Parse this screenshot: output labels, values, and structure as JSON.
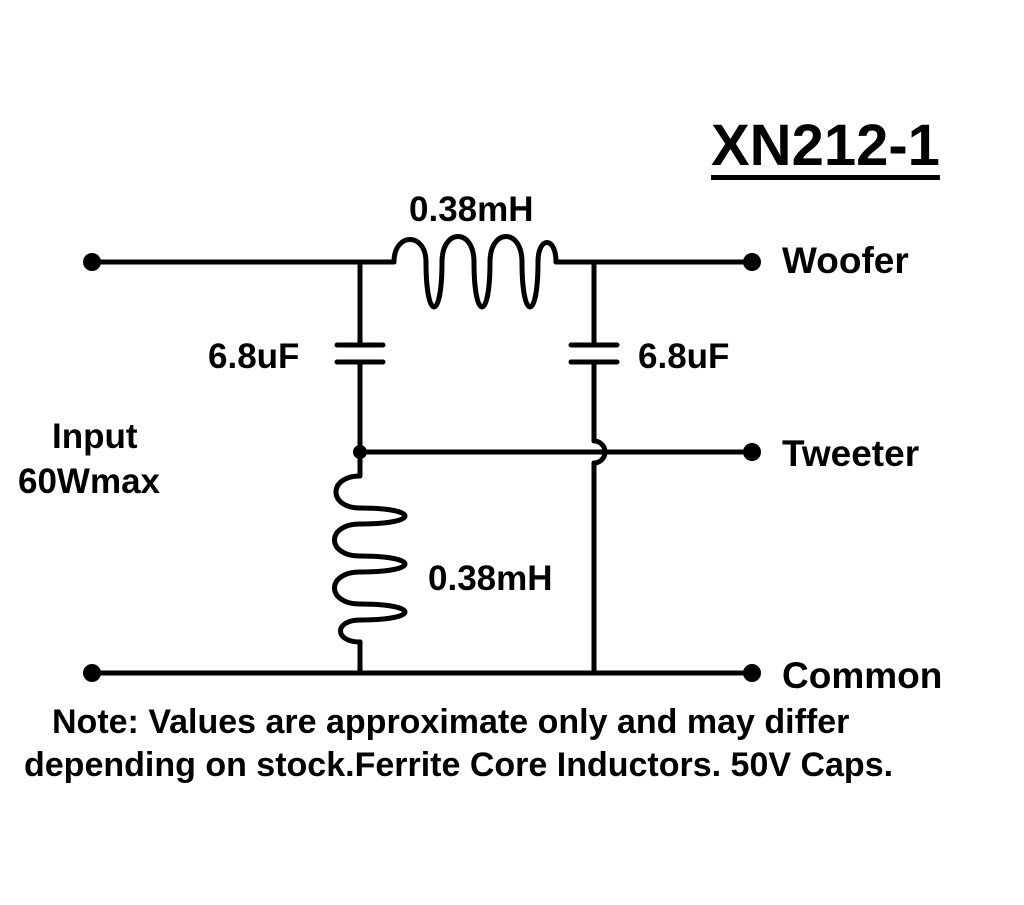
{
  "title": "XN212-1",
  "components": {
    "series_inductor": "0.38mH",
    "left_capacitor": "6.8uF",
    "right_capacitor": "6.8uF",
    "shunt_inductor": "0.38mH"
  },
  "input": {
    "label": "Input",
    "rating": "60Wmax"
  },
  "outputs": {
    "woofer": "Woofer",
    "tweeter": "Tweeter",
    "common": "Common"
  },
  "note": {
    "line1": "Note: Values are approximate only and may differ",
    "line2": "depending on stock.Ferrite Core Inductors. 50V Caps."
  },
  "colors": {
    "ink": "#000000",
    "background": "#ffffff"
  }
}
